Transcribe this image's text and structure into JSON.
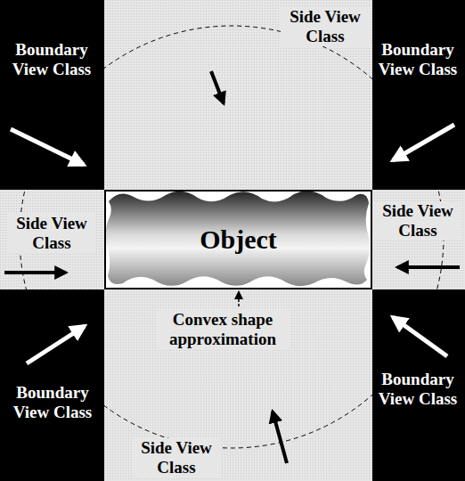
{
  "diagram": {
    "nodes": [
      {
        "text": [
          "Object"
        ]
      }
    ],
    "labels": [
      "Side View Class",
      "Boundary View Class",
      "Boundary View Class",
      "Side View Class",
      "Side View Class",
      "Convex shape approximation",
      "Boundary View Class",
      "Boundary View Class",
      "Side View Class"
    ]
  }
}
